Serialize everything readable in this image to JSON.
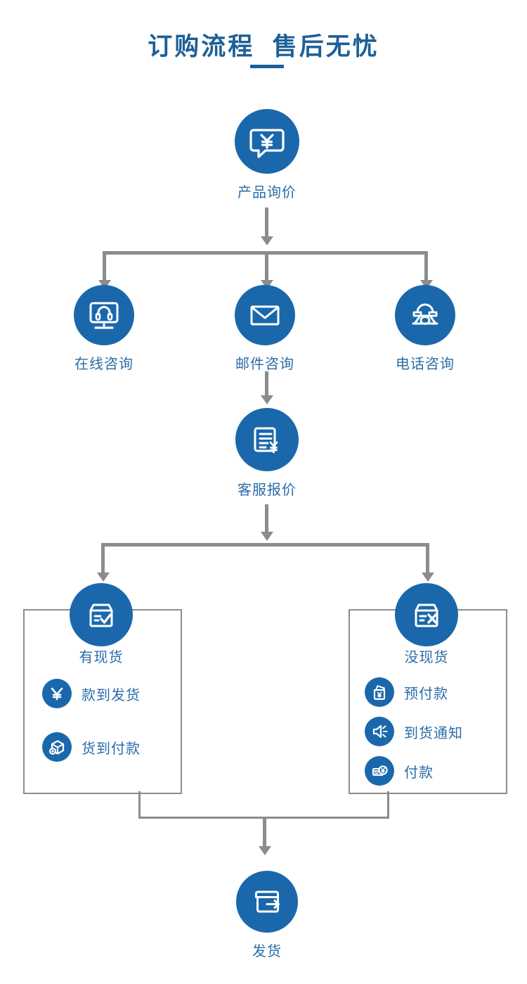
{
  "page": {
    "title": "订购流程  售后无忧",
    "accent_blue": "#1a68ab",
    "label_blue": "#2a6ca8",
    "title_blue": "#1d5f97",
    "connector_gray": "#8c8c8c",
    "background": "#ffffff"
  },
  "flow": {
    "start": {
      "label": "产品询价",
      "icon": "speech-bubble-yen-icon"
    },
    "contact_channels": [
      {
        "label": "在线咨询",
        "icon": "monitor-headset-icon"
      },
      {
        "label": "邮件咨询",
        "icon": "envelope-icon"
      },
      {
        "label": "电话咨询",
        "icon": "telephone-icon"
      }
    ],
    "quote": {
      "label": "客服报价",
      "icon": "document-yen-icon"
    },
    "branches": [
      {
        "label": "有现货",
        "icon": "box-check-icon",
        "options": [
          {
            "label": "款到发货",
            "icon": "yen-icon"
          },
          {
            "label": "货到付款",
            "icon": "package-cube-icon"
          }
        ]
      },
      {
        "label": "没现货",
        "icon": "box-cross-icon",
        "options": [
          {
            "label": "预付款",
            "icon": "wallet-yen-icon"
          },
          {
            "label": "到货通知",
            "icon": "speaker-announce-icon"
          },
          {
            "label": "付款",
            "icon": "card-yen-icon"
          }
        ]
      }
    ],
    "end": {
      "label": "发货",
      "icon": "box-arrow-out-icon"
    }
  }
}
